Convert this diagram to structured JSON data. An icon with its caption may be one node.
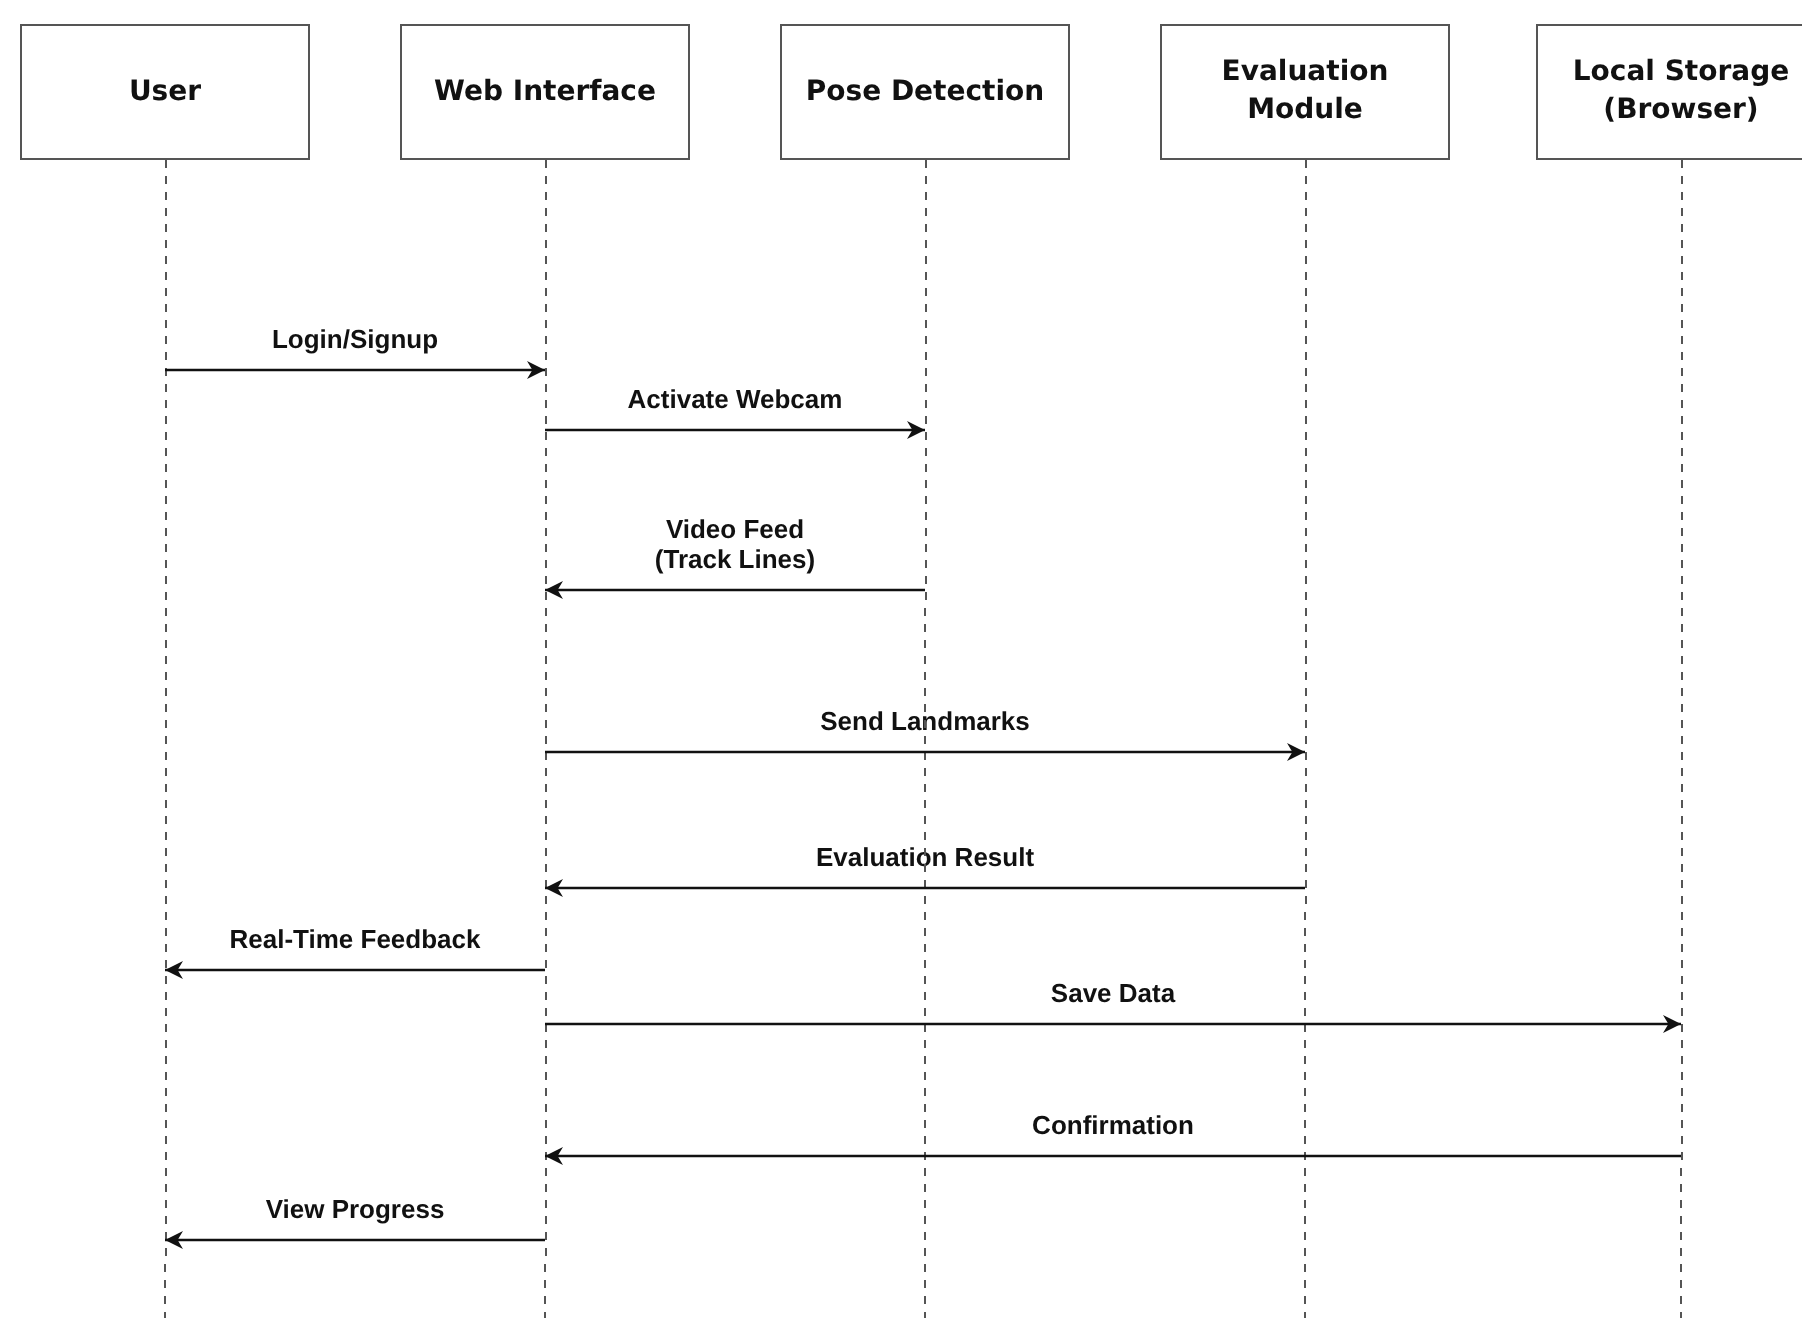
{
  "diagram": {
    "nodes": [
      {
        "text": [
          "User"
        ]
      },
      {
        "text": [
          "Web Interface"
        ]
      },
      {
        "text": [
          "Pose Detection"
        ]
      },
      {
        "text": [
          "Evaluation Module"
        ]
      },
      {
        "text": [
          "Local Storage (Browser)"
        ]
      }
    ],
    "edges": [
      {
        "from": 0,
        "to": 1,
        "arrow": "to",
        "label": "Login/Signup"
      },
      {
        "from": 1,
        "to": 2,
        "arrow": "to",
        "label": "Activate Webcam"
      },
      {
        "from": 2,
        "to": 1,
        "arrow": "to",
        "label": "Video Feed (Track Lines)"
      },
      {
        "from": 1,
        "to": 3,
        "arrow": "to",
        "label": "Send Landmarks"
      },
      {
        "from": 3,
        "to": 1,
        "arrow": "to",
        "label": "Evaluation Result"
      },
      {
        "from": 1,
        "to": 0,
        "arrow": "to",
        "label": "Real-Time Feedback"
      },
      {
        "from": 1,
        "to": 4,
        "arrow": "to",
        "label": "Save Data"
      },
      {
        "from": 4,
        "to": 1,
        "arrow": "to",
        "label": "Confirmation"
      },
      {
        "from": 1,
        "to": 0,
        "arrow": "to",
        "label": "View Progress"
      }
    ]
  }
}
